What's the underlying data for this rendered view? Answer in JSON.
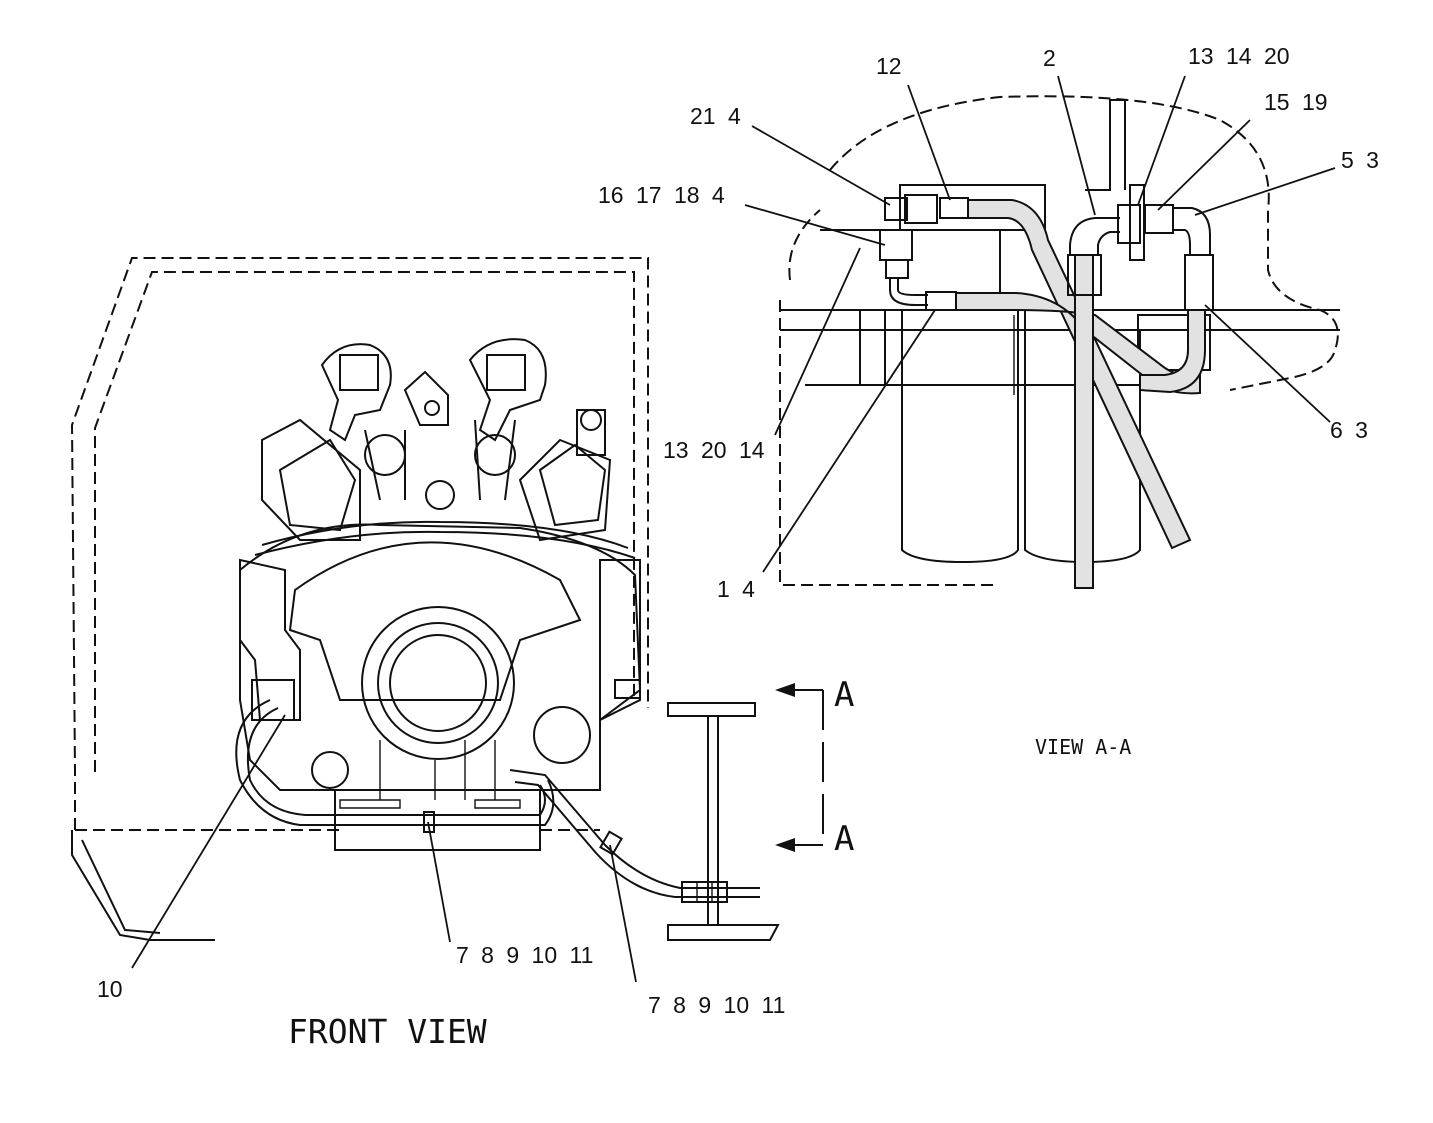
{
  "front_view": {
    "title": "FRONT VIEW",
    "labels": {
      "l10": "10",
      "l7_11_center": "7 8 9 10 11",
      "l7_11_right": "7 8 9 10 11"
    }
  },
  "section_marker": {
    "top": "A",
    "bottom": "A"
  },
  "view_aa": {
    "title": "VIEW A-A",
    "labels": {
      "l12": "12",
      "l2": "2",
      "l13_14_20_top": "13 14 20",
      "l21_4": "21 4",
      "l15_19": "15 19",
      "l5_3": "5 3",
      "l16_17_18_4": "16 17 18 4",
      "l13_20_14": "13 20 14",
      "l6_3": "6 3",
      "l1_4": "1 4"
    }
  }
}
